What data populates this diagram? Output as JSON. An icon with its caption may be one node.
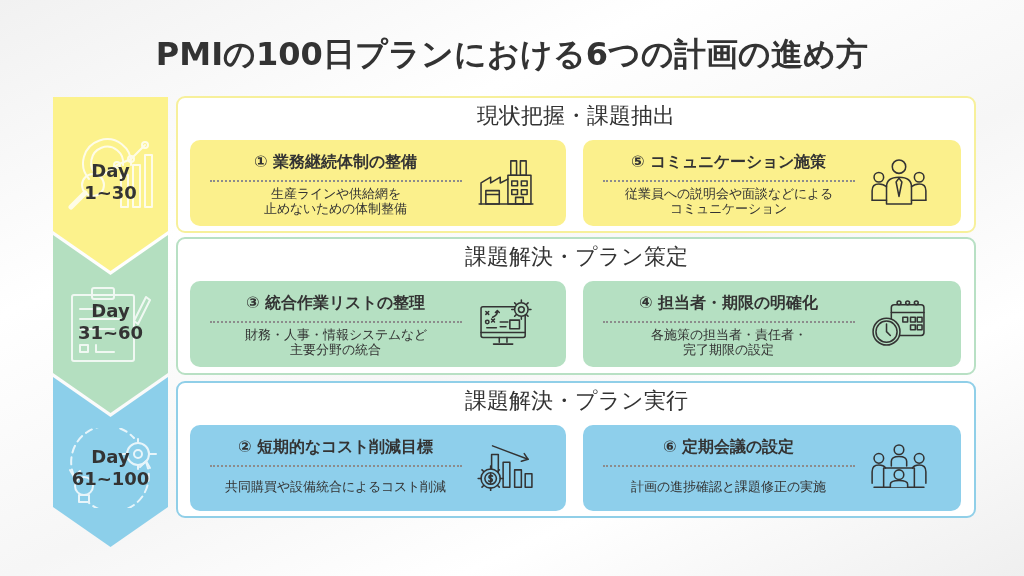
{
  "diagram": {
    "title": "PMIの100日プランにおける6つの計画の進め方",
    "nodes": [
      {
        "text": [
          "Day 1~30"
        ]
      },
      {
        "text": [
          "現状把握・課題抽出"
        ]
      },
      {
        "text": [
          "① 業務継続体制の整備",
          "生産ラインや供給網を止めないための体制整備"
        ],
        "in": 1
      },
      {
        "text": [
          "⑤ コミュニケーション施策",
          "従業員への説明会や面談などによるコミュニケーション"
        ],
        "in": 1
      },
      {
        "text": [
          "Day 31~60"
        ]
      },
      {
        "text": [
          "課題解決・プラン策定"
        ]
      },
      {
        "text": [
          "③ 統合作業リストの整理",
          "財務・人事・情報システムなど主要分野の統合"
        ],
        "in": 5
      },
      {
        "text": [
          "④ 担当者・期限の明確化",
          "各施策の担当者・責任者・完了期限の設定"
        ],
        "in": 5
      },
      {
        "text": [
          "Day 61~100"
        ]
      },
      {
        "text": [
          "課題解決・プラン実行"
        ]
      },
      {
        "text": [
          "② 短期的なコスト削減目標",
          "共同購買や設備統合によるコスト削減"
        ],
        "in": 9
      },
      {
        "text": [
          "⑥ 定期会議の設定",
          "計画の進捗確認と課題修正の実施"
        ],
        "in": 9
      }
    ]
  }
}
